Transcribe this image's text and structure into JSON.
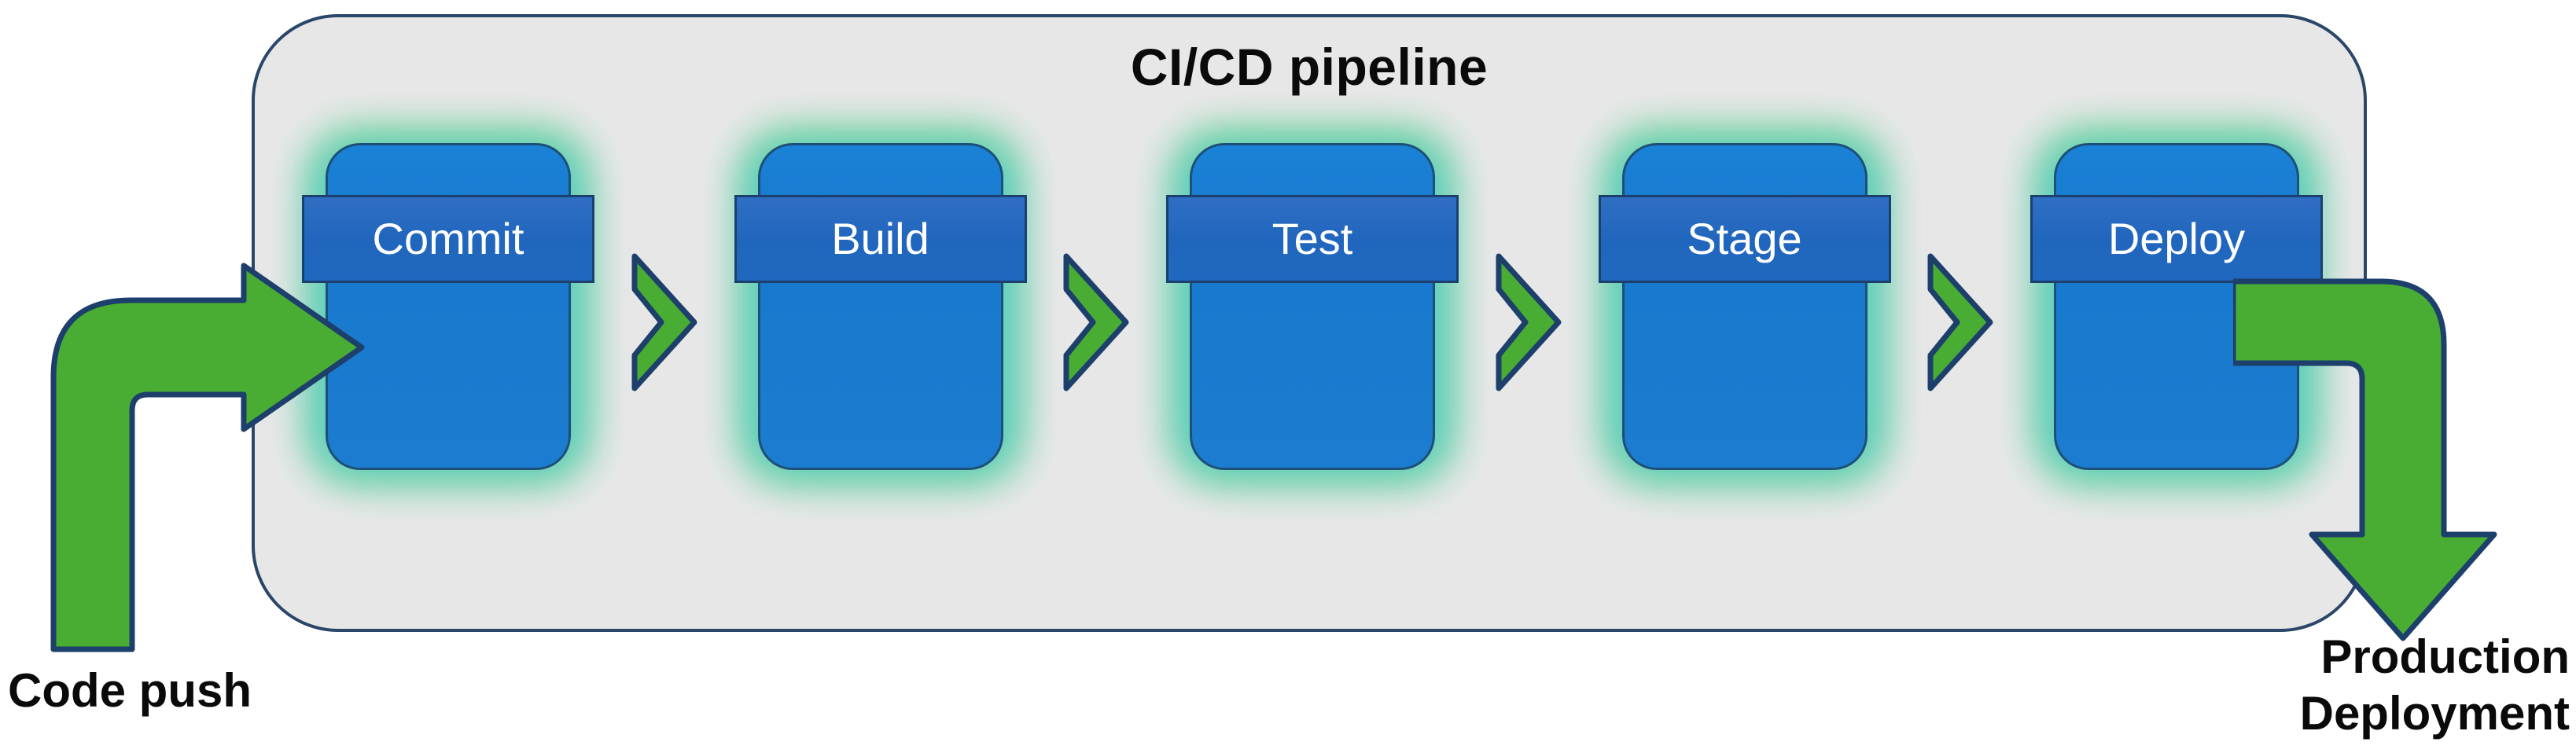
{
  "diagram": {
    "title": "CI/CD pipeline",
    "container": {
      "fill_color": "#e7e7e7",
      "border_color": "#2a4668"
    },
    "stages": [
      {
        "label": "Commit",
        "body_color": "#1878ce",
        "banner_color": "#2166bd",
        "glow_colors": [
          "#5fd35f",
          "#4ec9e8"
        ]
      },
      {
        "label": "Build",
        "body_color": "#1878ce",
        "banner_color": "#2166bd",
        "glow_colors": [
          "#5fd35f",
          "#4ec9e8"
        ]
      },
      {
        "label": "Test",
        "body_color": "#1878ce",
        "banner_color": "#2166bd",
        "glow_colors": [
          "#5fd35f",
          "#4ec9e8"
        ]
      },
      {
        "label": "Stage",
        "body_color": "#1878ce",
        "banner_color": "#2166bd",
        "glow_colors": [
          "#5fd35f",
          "#4ec9e8"
        ]
      },
      {
        "label": "Deploy",
        "body_color": "#1878ce",
        "banner_color": "#2166bd",
        "glow_colors": [
          "#5fd35f",
          "#4ec9e8"
        ]
      }
    ],
    "connectors": {
      "icon": "chevron-right-icon",
      "count": 4,
      "fill_color": "#4aad33",
      "stroke_color": "#1d3f6b"
    },
    "input_arrow": {
      "icon": "elbow-arrow-right-icon",
      "caption": "Code push",
      "fill_color": "#4aad33",
      "stroke_color": "#1d3f6b"
    },
    "output_arrow": {
      "icon": "elbow-arrow-down-icon",
      "caption_line1": "Production",
      "caption_line2": "Deployment",
      "fill_color": "#4aad33",
      "stroke_color": "#1d3f6b"
    }
  }
}
